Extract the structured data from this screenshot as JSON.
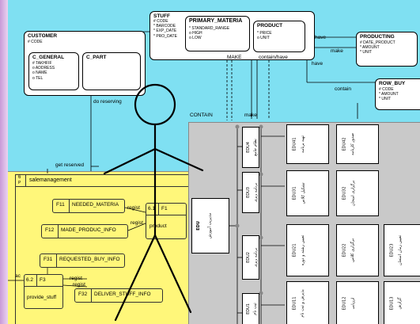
{
  "colors": {
    "cyan": "#7fe0f2",
    "yellow": "#fff77a",
    "gray": "#c9c9c9",
    "slide_stripe": "#d9a6e6"
  },
  "er": {
    "customer": {
      "title": "CUSTOMER",
      "attrs": [
        "# CODE"
      ],
      "general": {
        "title": "C_GENERAL",
        "attrs": [
          "# TAKHFIF",
          "o ADDRESS",
          "o NAME",
          "o TEL"
        ]
      },
      "part": {
        "title": "C_PART"
      }
    },
    "stuff": {
      "title": "STUFF",
      "attrs": [
        "# CODE",
        "* BARCODE",
        "* EXP_DATE",
        "* PRO_DATE"
      ]
    },
    "primary": {
      "title": "PRIMARY_MATERIA",
      "attrs": [
        "* STANDARD_RANGE",
        "o HIGH",
        "o LOW"
      ]
    },
    "product": {
      "title": "PRODUCT",
      "attrs": [
        "* PRICE",
        "o UNIT"
      ]
    },
    "producting": {
      "title": "PRODUCTING",
      "attrs": [
        "# DATE_PRODUCT",
        "* AMOUNT",
        "* UNIT"
      ]
    },
    "row_buy": {
      "title": "ROW_BUY",
      "attrs": [
        "# CODE",
        "* AMOUNT",
        "* UNIT"
      ]
    },
    "labels": {
      "have1": "have",
      "make1": "make",
      "have2": "have",
      "contain1": "contain",
      "make_rel": "MAKE",
      "contain_have": "contain/have",
      "contain_upper": "CONTAIN",
      "make_small": "make",
      "do_reserving": "do reserving",
      "get_reserved": "get reserved"
    }
  },
  "dfd": {
    "section_id": "6",
    "section_sub": "P",
    "section_title": "salemanagement",
    "f11": {
      "code": "F11",
      "label": "NEEDED_MATERIA"
    },
    "f12": {
      "code": "F12",
      "label": "MADE_PRODUC_INFO"
    },
    "f31": {
      "code": "F31",
      "label": "REQUESTED_BUY_INFO"
    },
    "f32": {
      "code": "F32",
      "label": "DELIVER_STUFF_INFO"
    },
    "p61": {
      "code": "6.1",
      "code2": "F1",
      "label": "product"
    },
    "p62": {
      "code": "6.2",
      "code2": "F3",
      "label": "provide_stuff"
    },
    "regist1": "regist",
    "regist2": "regist",
    "regist3": "regist",
    "regist4": "regist",
    "left_cut": "ac"
  },
  "hierarchy": {
    "root": {
      "code": "EDU",
      "label": "مدیریت آموزش"
    },
    "l1": [
      {
        "code": "EDU4",
        "label": "نظام جامع"
      },
      {
        "code": "EDU3",
        "label": "برنامه ریزی"
      },
      {
        "code": "EDU2",
        "label": "برنامه ریزی"
      },
      {
        "code": "EDU1",
        "label": "ثبت نام"
      }
    ],
    "l2": [
      {
        "code": "EDU41",
        "label": "تهیه برنامه"
      },
      {
        "code": "EDU42",
        "label": "صدور کارنامه"
      },
      {
        "code": "EDU31",
        "label": "تشکیل کلاس"
      },
      {
        "code": "EDU32",
        "label": "برگزاری امتحان"
      },
      {
        "code": "EDU21",
        "label": "تعیین رشته و دوره"
      },
      {
        "code": "EDU22",
        "label": "برگزاری کلاس"
      },
      {
        "code": "EDU23",
        "label": "تعیین زمان امتحان"
      },
      {
        "code": "EDU11",
        "label": "پذیرش و ثبت نام"
      },
      {
        "code": "EDU12",
        "label": "ارزیابی"
      },
      {
        "code": "EDU13",
        "label": "گزارش"
      }
    ]
  }
}
